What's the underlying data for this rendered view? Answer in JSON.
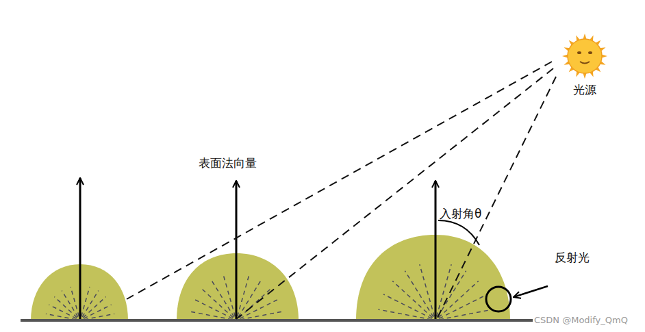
{
  "diagram": {
    "nodes": [
      {
        "text": [
          "光源"
        ]
      }
    ],
    "labels": [
      "表面法向量",
      "入射角θ",
      "反射光",
      "CSDN @Modify_QmQ"
    ]
  }
}
